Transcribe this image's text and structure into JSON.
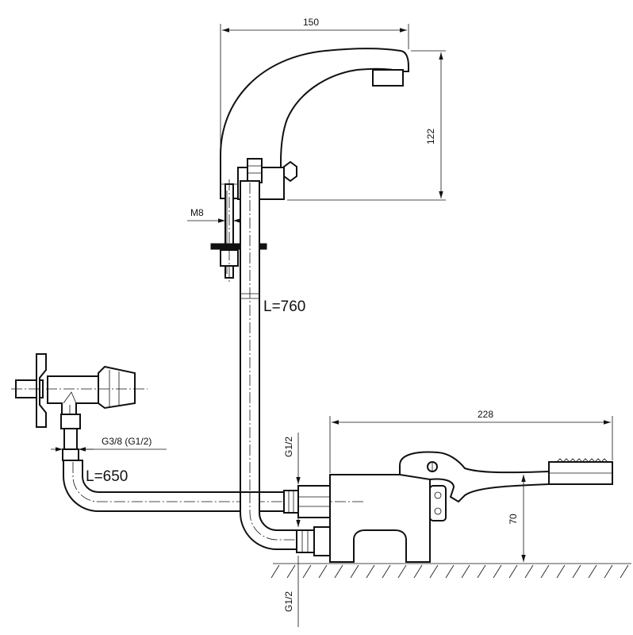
{
  "dimensions": {
    "spout_width": "150",
    "spout_height": "122",
    "stud_thread": "M8",
    "riser_length": "L=760",
    "inlet_thread": "G3/8 (G1/2)",
    "inlet_length": "L=650",
    "outlet_thread_upper": "G1/2",
    "outlet_thread_lower": "G1/2",
    "valve_length": "228",
    "valve_height": "70"
  }
}
